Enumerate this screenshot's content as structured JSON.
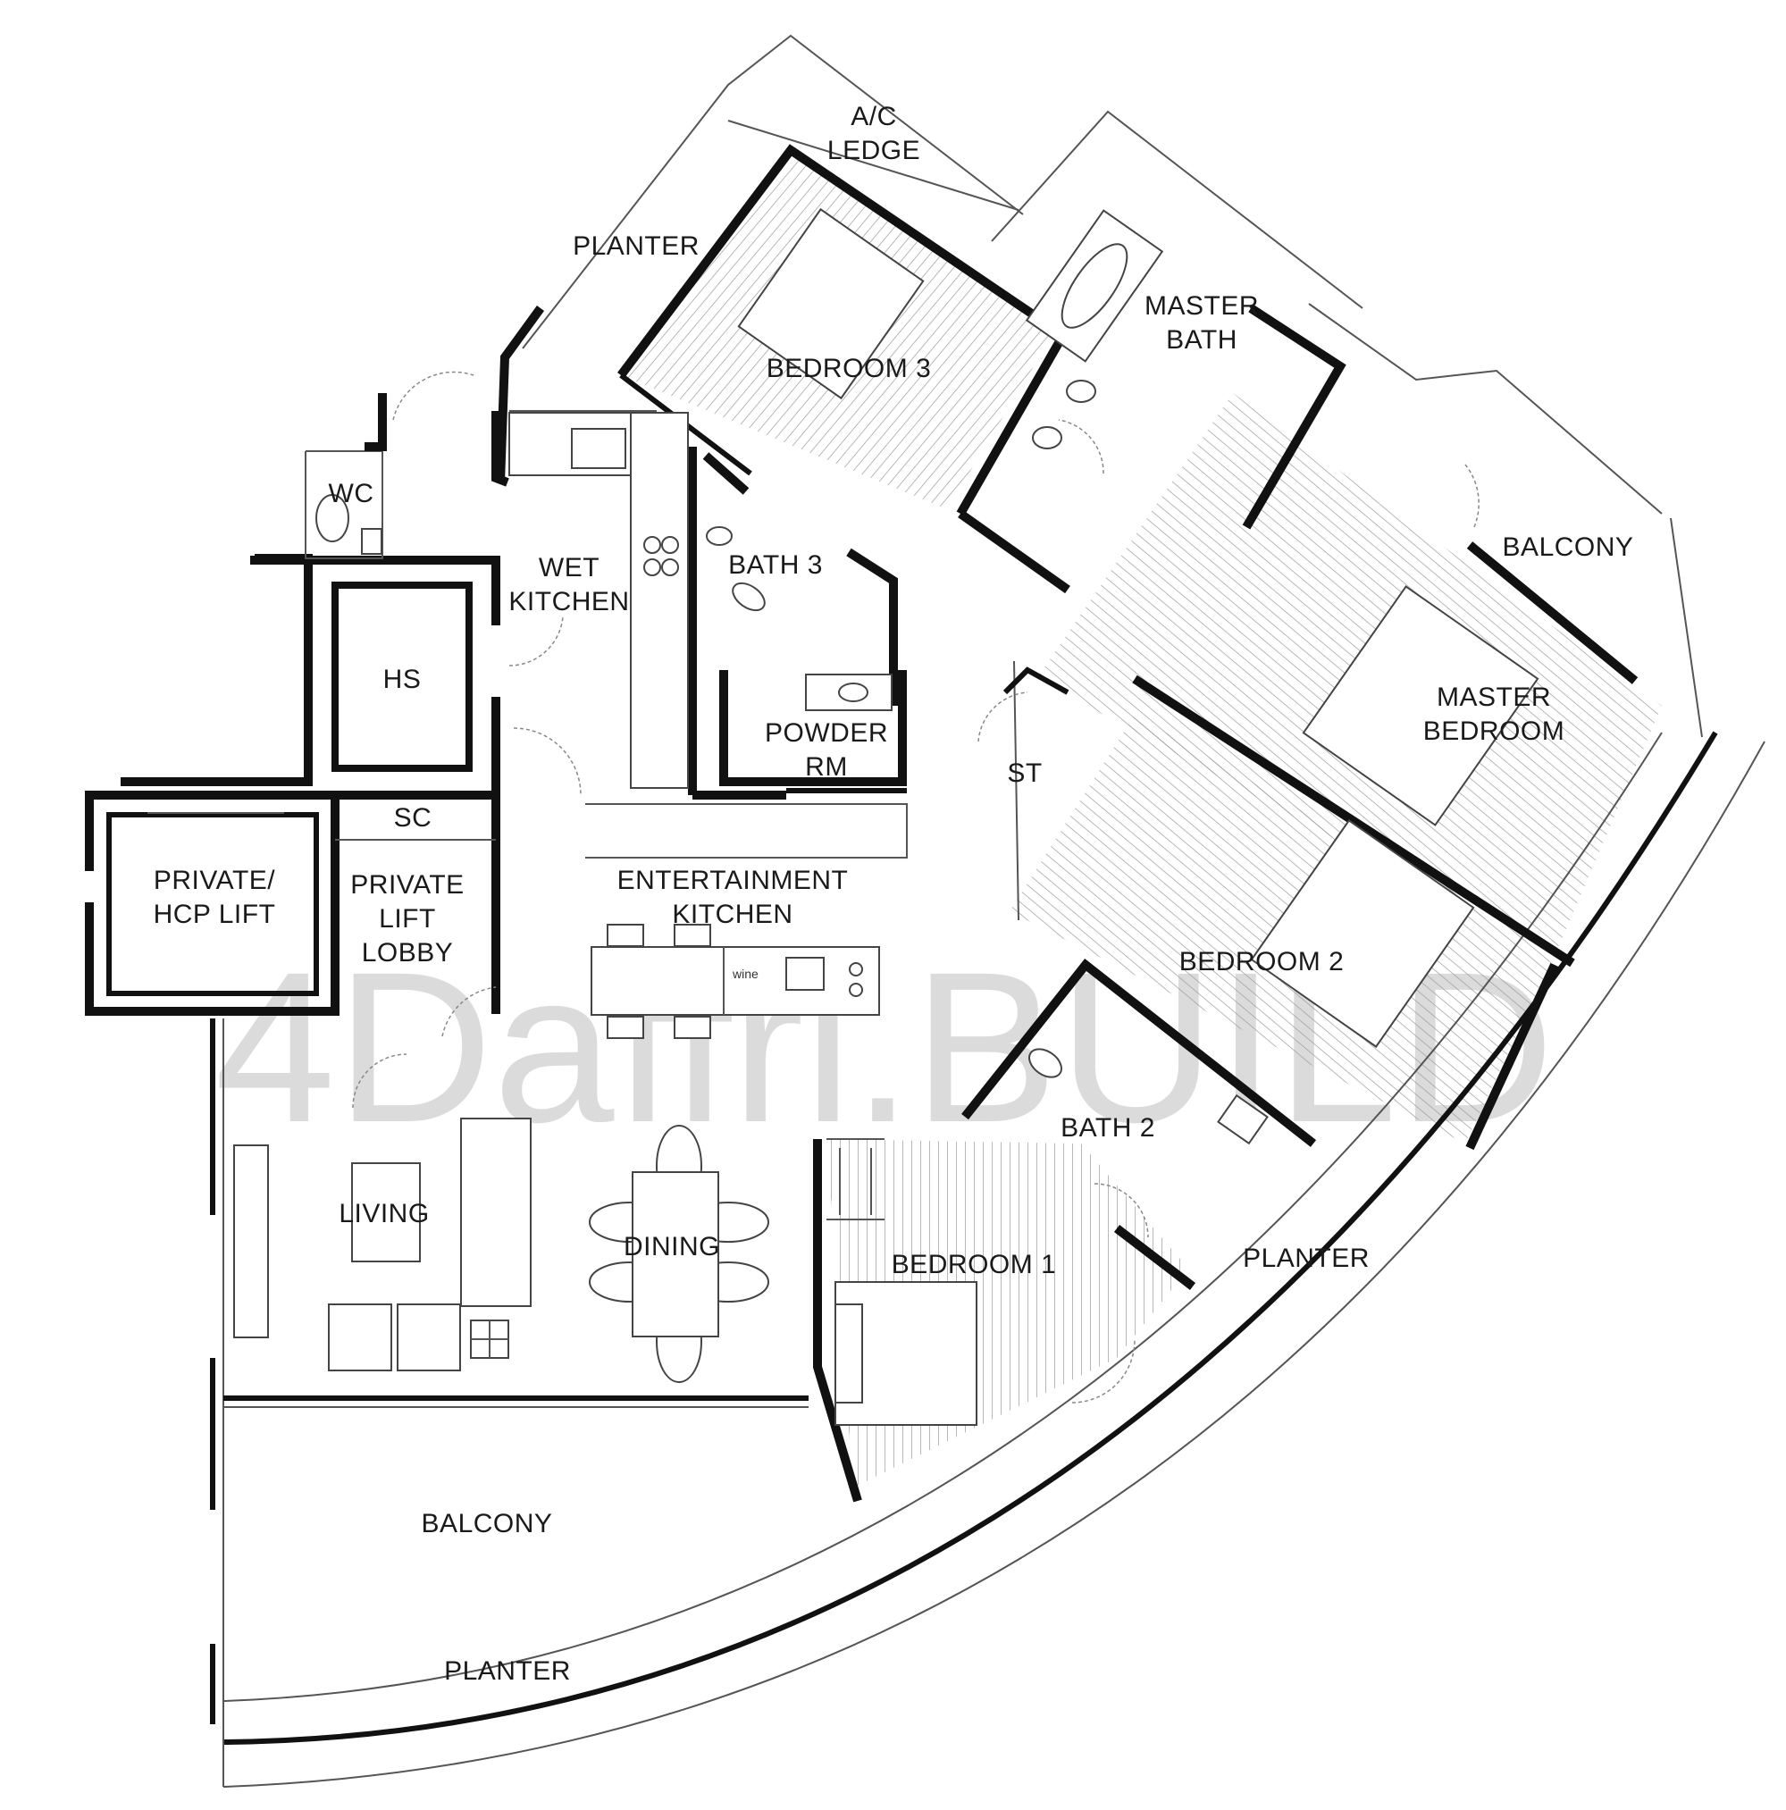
{
  "plan": {
    "rooms": [
      {
        "id": "ac-ledge",
        "lines": [
          "A/C",
          "LEDGE"
        ]
      },
      {
        "id": "planter-top",
        "lines": [
          "PLANTER"
        ]
      },
      {
        "id": "bedroom-3",
        "lines": [
          "BEDROOM 3"
        ]
      },
      {
        "id": "master-bath",
        "lines": [
          "MASTER",
          "BATH"
        ]
      },
      {
        "id": "wc",
        "lines": [
          "WC"
        ]
      },
      {
        "id": "wet-kitchen",
        "lines": [
          "WET",
          "KITCHEN"
        ]
      },
      {
        "id": "bath-3",
        "lines": [
          "BATH 3"
        ]
      },
      {
        "id": "balcony-top",
        "lines": [
          "BALCONY"
        ]
      },
      {
        "id": "hs",
        "lines": [
          "HS"
        ]
      },
      {
        "id": "powder-rm",
        "lines": [
          "POWDER",
          "RM"
        ]
      },
      {
        "id": "master-bedroom",
        "lines": [
          "MASTER",
          "BEDROOM"
        ]
      },
      {
        "id": "st",
        "lines": [
          "ST"
        ]
      },
      {
        "id": "sc",
        "lines": [
          "SC"
        ]
      },
      {
        "id": "private-hcp-lift",
        "lines": [
          "PRIVATE/",
          "HCP LIFT"
        ]
      },
      {
        "id": "private-lift-lobby",
        "lines": [
          "PRIVATE",
          "LIFT",
          "LOBBY"
        ]
      },
      {
        "id": "entertainment-kitchen",
        "lines": [
          "ENTERTAINMENT",
          "KITCHEN"
        ]
      },
      {
        "id": "bedroom-2",
        "lines": [
          "BEDROOM 2"
        ]
      },
      {
        "id": "bath-2",
        "lines": [
          "BATH 2"
        ]
      },
      {
        "id": "living",
        "lines": [
          "LIVING"
        ]
      },
      {
        "id": "dining",
        "lines": [
          "DINING"
        ]
      },
      {
        "id": "planter-right",
        "lines": [
          "PLANTER"
        ]
      },
      {
        "id": "bedroom-1",
        "lines": [
          "BEDROOM 1"
        ]
      },
      {
        "id": "balcony-bottom",
        "lines": [
          "BALCONY"
        ]
      },
      {
        "id": "planter-bottom",
        "lines": [
          "PLANTER"
        ]
      }
    ],
    "fixtures": {
      "wine_label": "wine"
    },
    "watermark": "4Daffri.BUILD"
  }
}
